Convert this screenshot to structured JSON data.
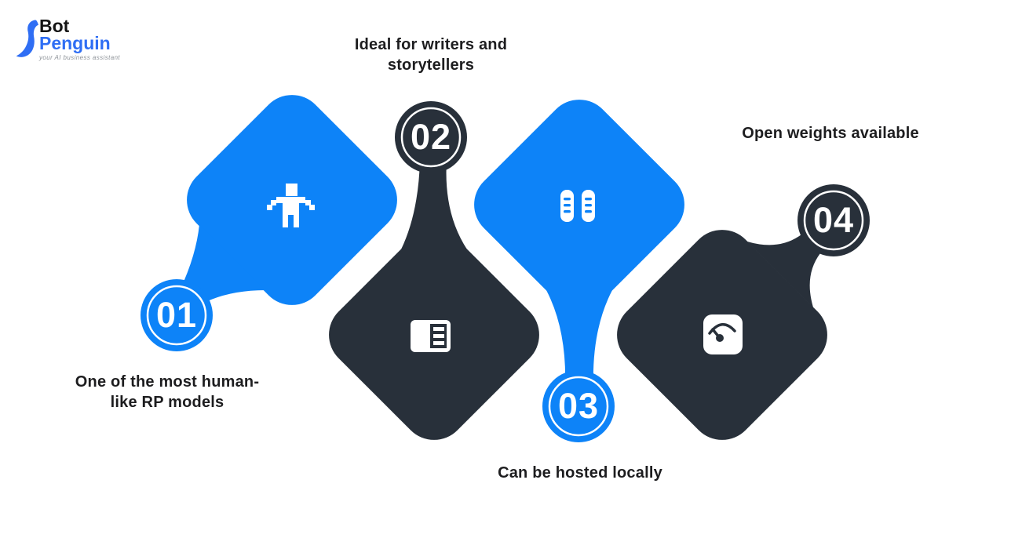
{
  "logo": {
    "brand_line1": "Bot",
    "brand_line2": "Penguin",
    "tagline": "your AI business assistant"
  },
  "colors": {
    "blue": "#0d83f8",
    "dark": "#28303a",
    "white": "#ffffff",
    "text": "#1d1d1f",
    "logo_blue": "#2f6ef4"
  },
  "steps": [
    {
      "number": "01",
      "label_lines": [
        "One of the most human-",
        "like RP models"
      ],
      "icon": "person-icon",
      "shape_color": "blue"
    },
    {
      "number": "02",
      "label_lines": [
        "Ideal for writers and",
        "storytellers"
      ],
      "icon": "news-card-icon",
      "shape_color": "dark"
    },
    {
      "number": "03",
      "label_lines": [
        "Can be hosted locally"
      ],
      "icon": "server-icon",
      "shape_color": "blue"
    },
    {
      "number": "04",
      "label_lines": [
        "Open weights available"
      ],
      "icon": "gauge-icon",
      "shape_color": "dark"
    }
  ]
}
